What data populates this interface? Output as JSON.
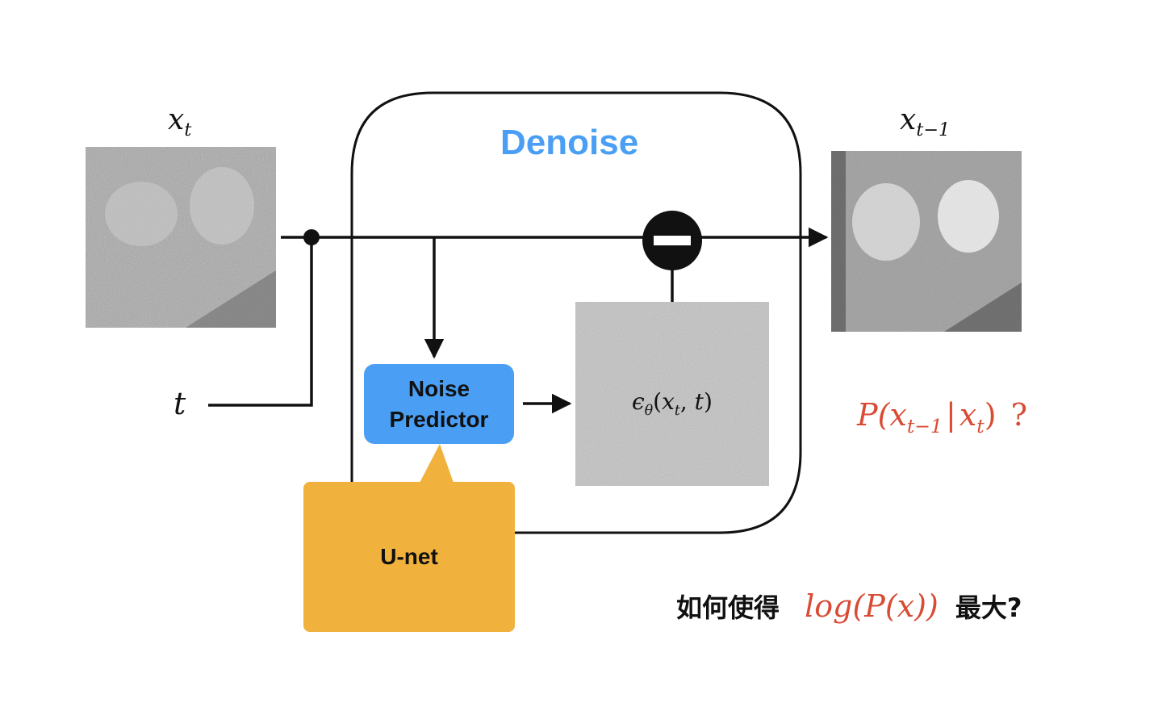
{
  "title": "Denoise",
  "input_image": {
    "label_var": "x",
    "label_sub": "t"
  },
  "output_image": {
    "label_var": "x",
    "label_sub": "t−1"
  },
  "time_input": "t",
  "noise_predictor": {
    "line1": "Noise",
    "line2": "Predictor"
  },
  "unet": "U-net",
  "noise_label": {
    "eps": "ϵ",
    "theta": "θ",
    "open": "(",
    "x": "x",
    "x_sub": "t",
    "comma": ", ",
    "t": "t",
    "close": ")"
  },
  "probability": {
    "p_open": "P(",
    "x1": "x",
    "x1_sub": "t−1",
    "bar": "|",
    "x2": "x",
    "x2_sub": "t",
    "p_close": ")",
    "question": "?"
  },
  "objective": {
    "prefix": "如何使得",
    "expr": "log(P(x))",
    "suffix": "最大?"
  },
  "subtract_symbol": "minus",
  "colors": {
    "title_blue": "#4a9ff5",
    "predictor_blue": "#4a9ff5",
    "unet_orange": "#f0b23c",
    "math_red": "#d94b35",
    "line": "#111111"
  }
}
